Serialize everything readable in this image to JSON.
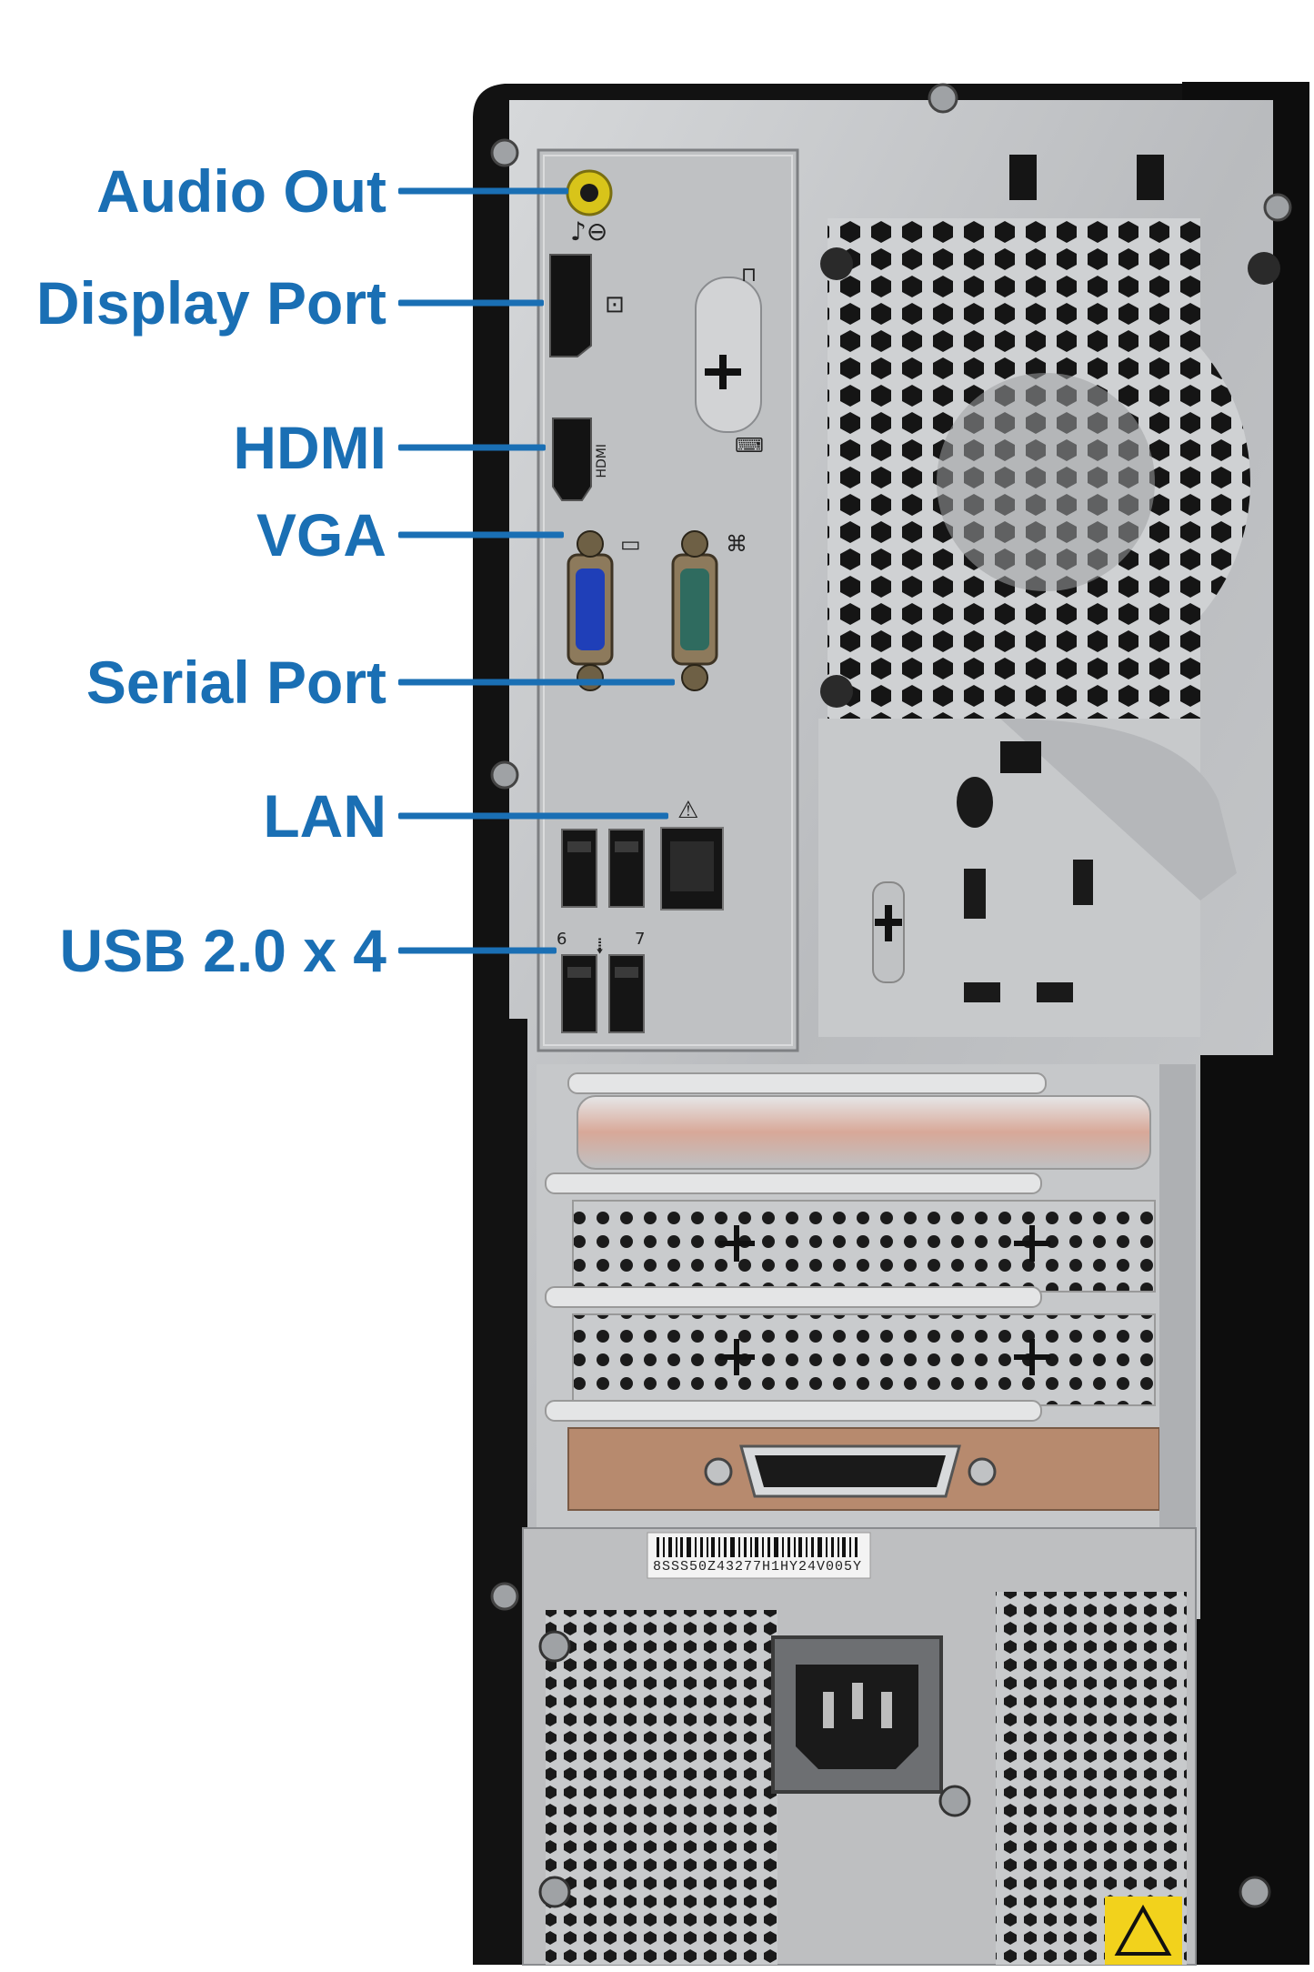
{
  "callouts": [
    {
      "id": "audio-out",
      "label": "Audio Out"
    },
    {
      "id": "display-port",
      "label": "Display Port"
    },
    {
      "id": "hdmi",
      "label": "HDMI"
    },
    {
      "id": "vga",
      "label": "VGA"
    },
    {
      "id": "serial-port",
      "label": "Serial Port"
    },
    {
      "id": "lan",
      "label": "LAN"
    },
    {
      "id": "usb",
      "label": "USB 2.0 x 4"
    }
  ],
  "port_numbers": {
    "usb_6": "6",
    "usb_7": "7"
  },
  "psu_label": {
    "serial": "8SSS50Z43277H1HY24V005Y"
  },
  "icons": {
    "audio": "headphone-icon",
    "displayport": "displayport-icon",
    "hdmi_text": "HDMI",
    "monitor": "monitor-icon",
    "serial": "serial-icon",
    "network": "network-icon",
    "usb": "usb-icon",
    "warning": "warning-icon"
  },
  "colors": {
    "callout": "#1a6fb4",
    "case_black": "#121212",
    "panel_silver": "#c4c6c8",
    "vga_blue": "#1f3fb8",
    "serial_green": "#2f6b5f",
    "audio_yellow": "#e8d21a"
  }
}
